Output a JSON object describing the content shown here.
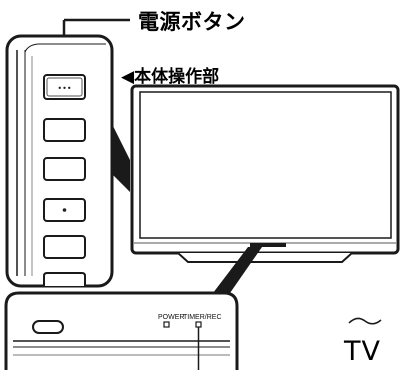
{
  "labels": {
    "power_button": "電源ボタン",
    "control_panel": "◀本体操作部",
    "tv": "TV",
    "power_led": "POWER",
    "timer_rec_led": "TIMER/REC"
  },
  "icons": {
    "power_button_dots": "•••",
    "center_button_dot": "•"
  },
  "colors": {
    "outline": "#1a1a1a",
    "panel_fill": "#ffffff",
    "screen_fill": "#ffffff",
    "accent_gray": "#555555"
  }
}
